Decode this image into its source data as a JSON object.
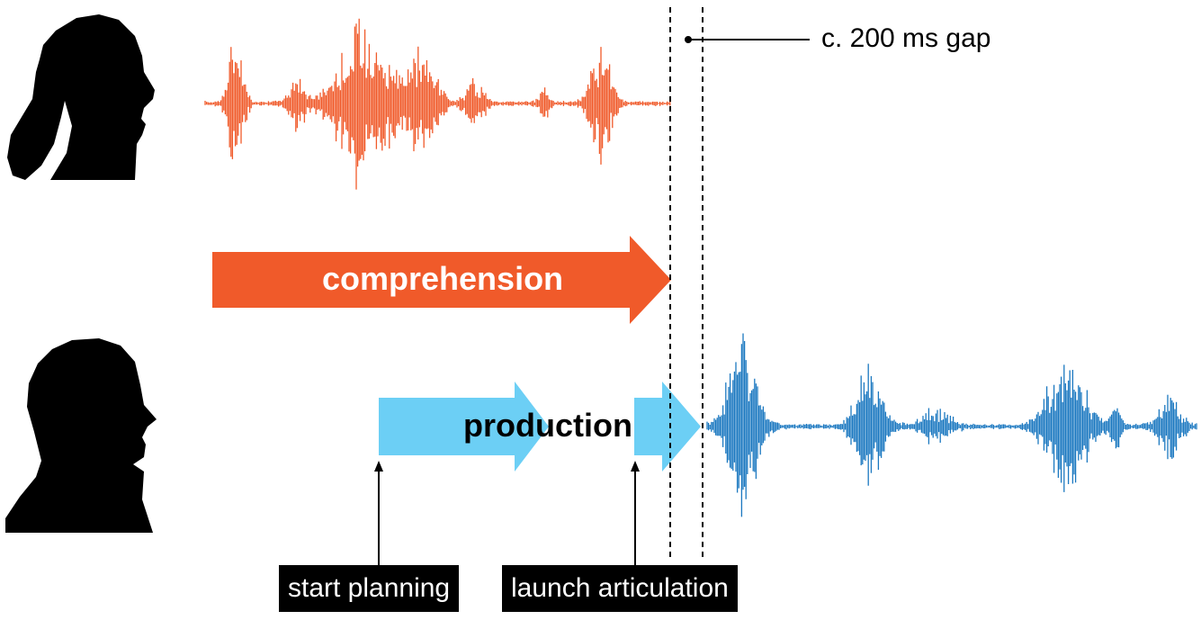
{
  "gap_label": "c. 200 ms gap",
  "comprehension": {
    "label": "comprehension",
    "color": "#f05a2a"
  },
  "production": {
    "label": "production",
    "color": "#6ccff5"
  },
  "markers": {
    "start": "start planning",
    "launch": "launch articulation"
  },
  "waveforms": {
    "speaker_a_color": "#f05a2a",
    "speaker_b_color": "#1b78c0"
  },
  "icons": {
    "speaker_a": "woman-silhouette-icon",
    "speaker_b": "man-silhouette-icon"
  }
}
